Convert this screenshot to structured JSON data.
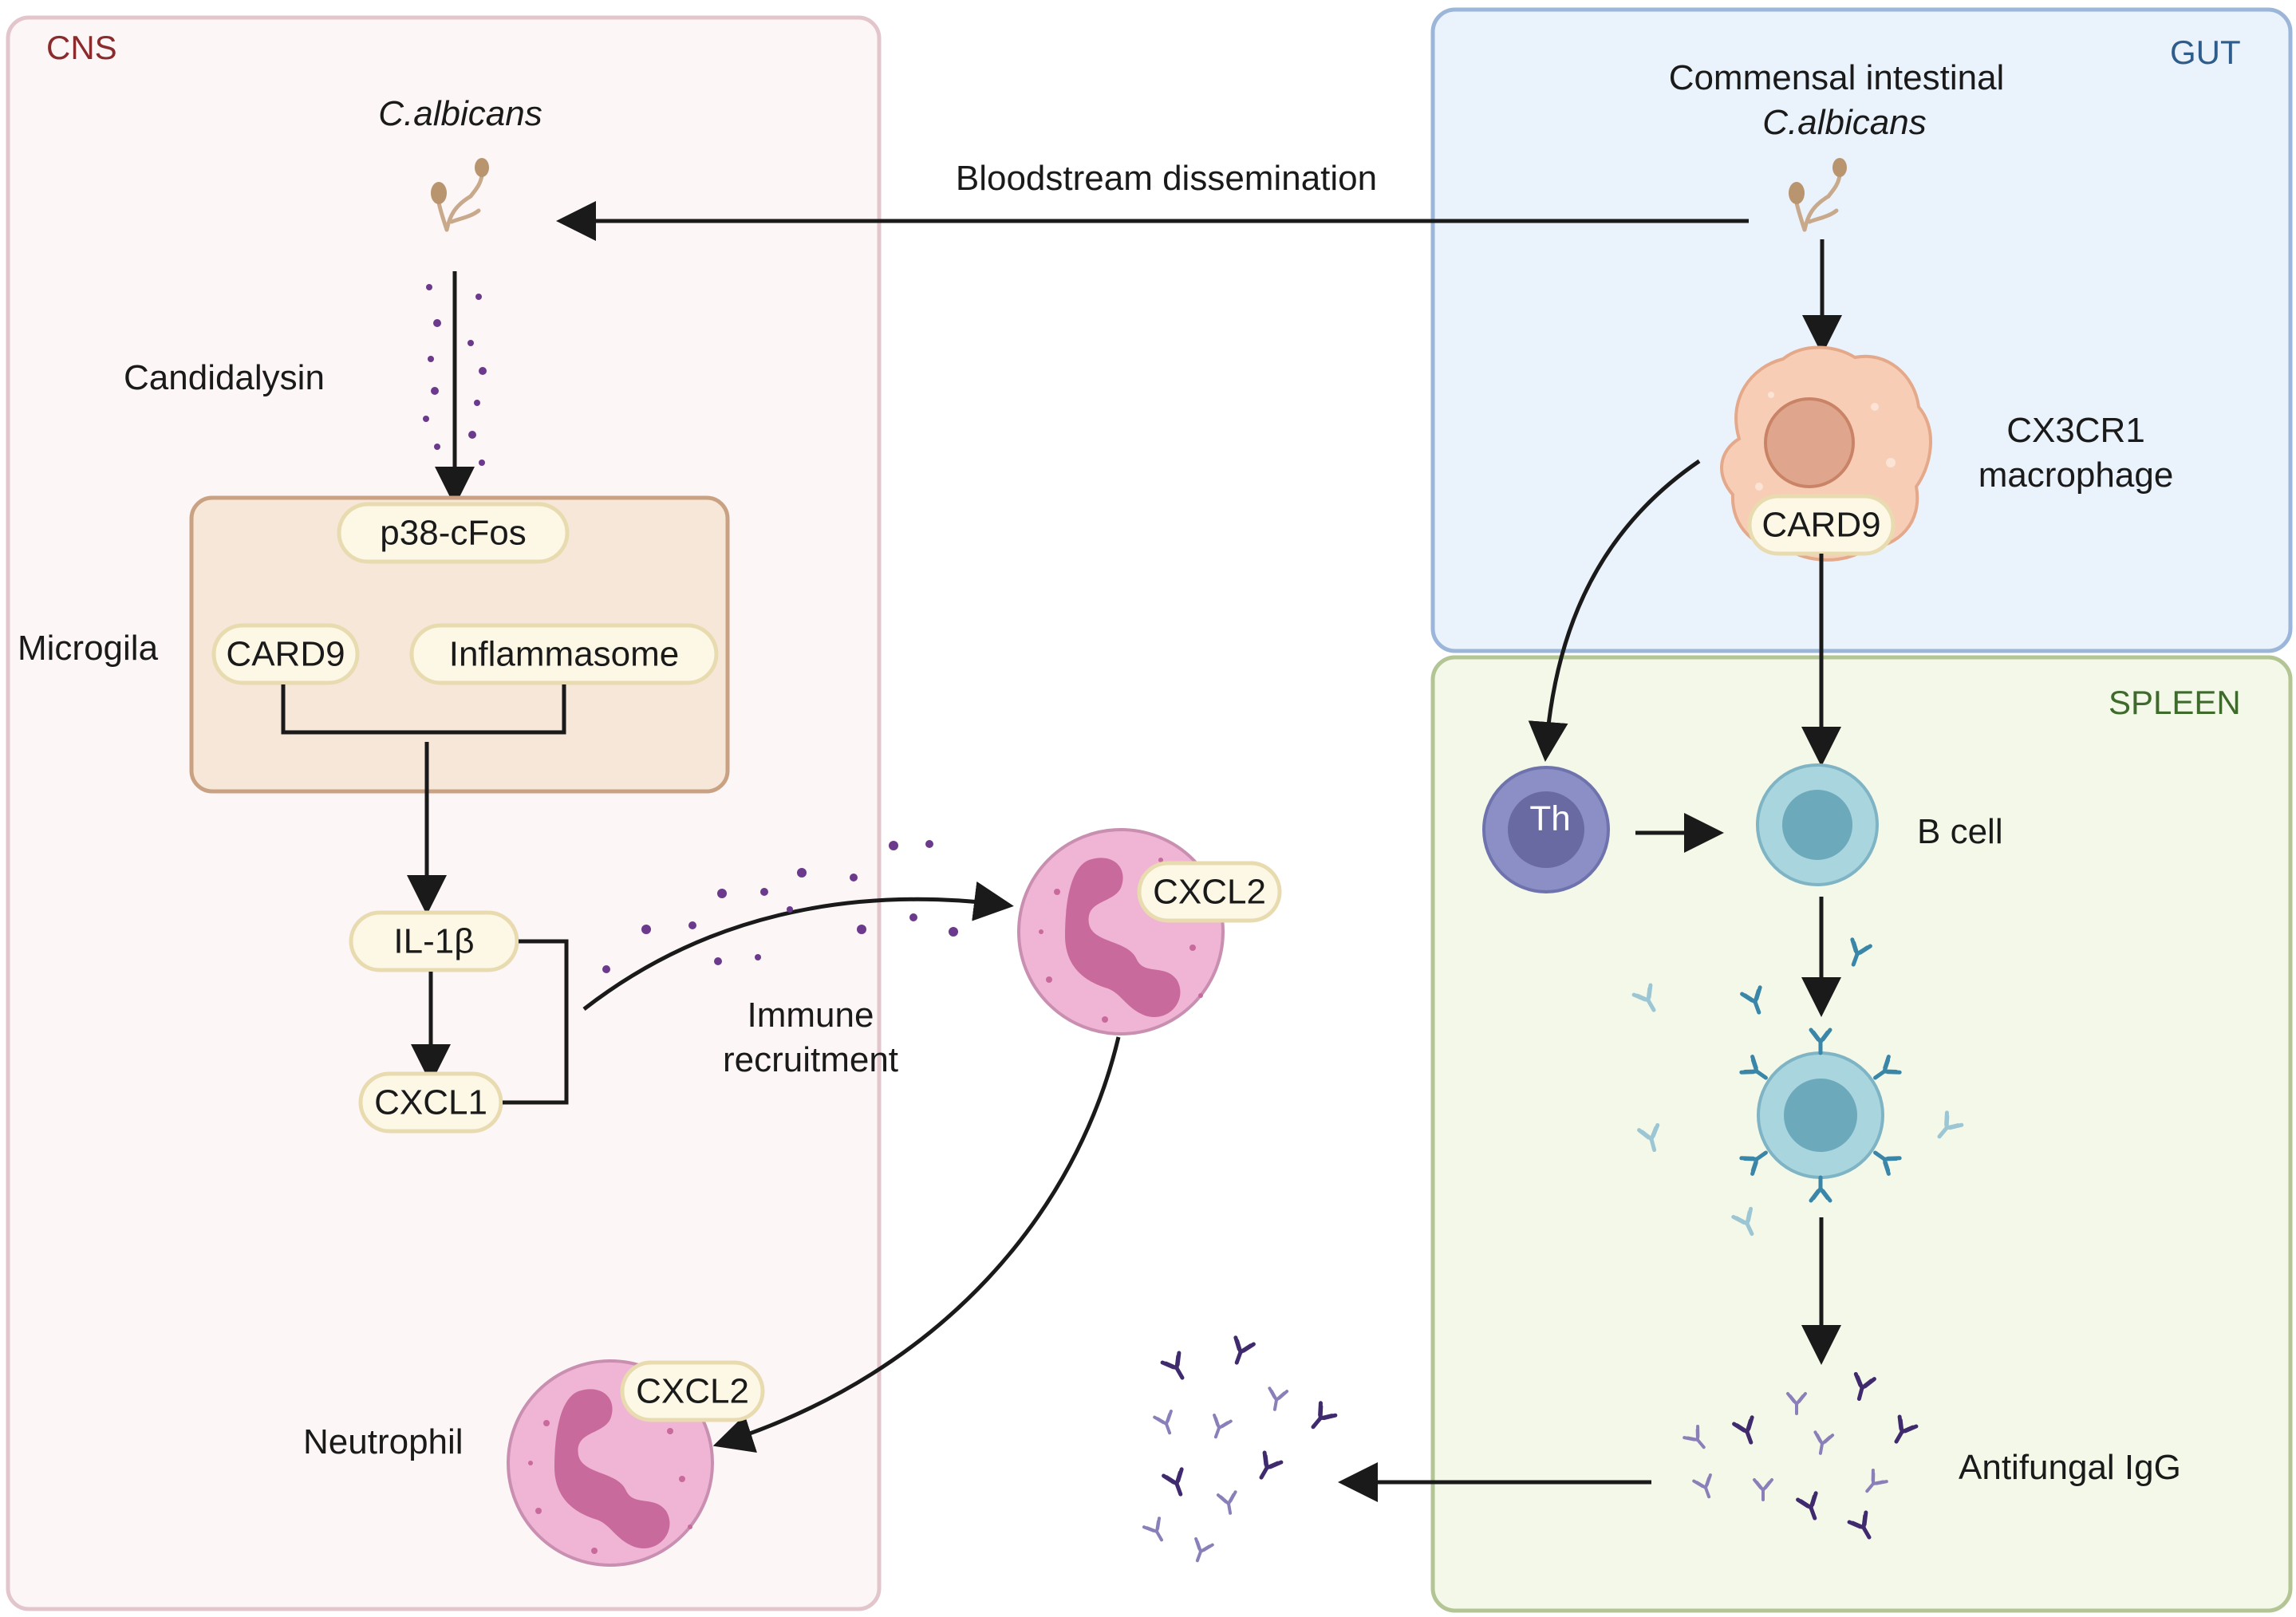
{
  "regions": {
    "cns": "CNS",
    "gut": "GUT",
    "spleen": "SPLEEN"
  },
  "cns": {
    "pathogen": "C.albicans",
    "toxin": "Candidalysin",
    "cell": "Microgila",
    "pills": {
      "p38": "p38-cFos",
      "card9": "CARD9",
      "inflammasome": "Inflammasome",
      "il1b": "IL-1β",
      "cxcl1": "CXCL1"
    },
    "recruitment": [
      "Immune",
      "recruitment"
    ],
    "neutrophil_label": "Neutrophil",
    "cxcl2_a": "CXCL2",
    "cxcl2_b": "CXCL2"
  },
  "dissemination": "Bloodstream dissemination",
  "gut": {
    "pathogen_line1": "Commensal intestinal",
    "pathogen_line2": "C.albicans",
    "macrophage_line1": "CX3CR1",
    "macrophage_line2": "macrophage",
    "card9": "CARD9"
  },
  "spleen": {
    "th": "Th",
    "bcell": "B cell",
    "igg": "Antifungal IgG"
  },
  "colors": {
    "cns_fill": "#fdf6f7",
    "cns_stroke": "#e3c6cc",
    "gut_fill": "#eaf2fb",
    "gut_stroke": "#9bb6d9",
    "spleen_fill": "#f3f8e9",
    "spleen_stroke": "#b3c595",
    "microglia_fill": "#f6e7d8",
    "microglia_stroke": "#c9a283",
    "pill_fill": "#fdf8e6",
    "pill_stroke": "#e8dbb0",
    "neutrophil": "#f0b5d4",
    "nucleus": "#c96a9d",
    "bcell": "#a9d5df",
    "th": "#8b8fc6",
    "igg_purple": "#3f2a6e",
    "antibody_blue": "#3a86a8"
  }
}
